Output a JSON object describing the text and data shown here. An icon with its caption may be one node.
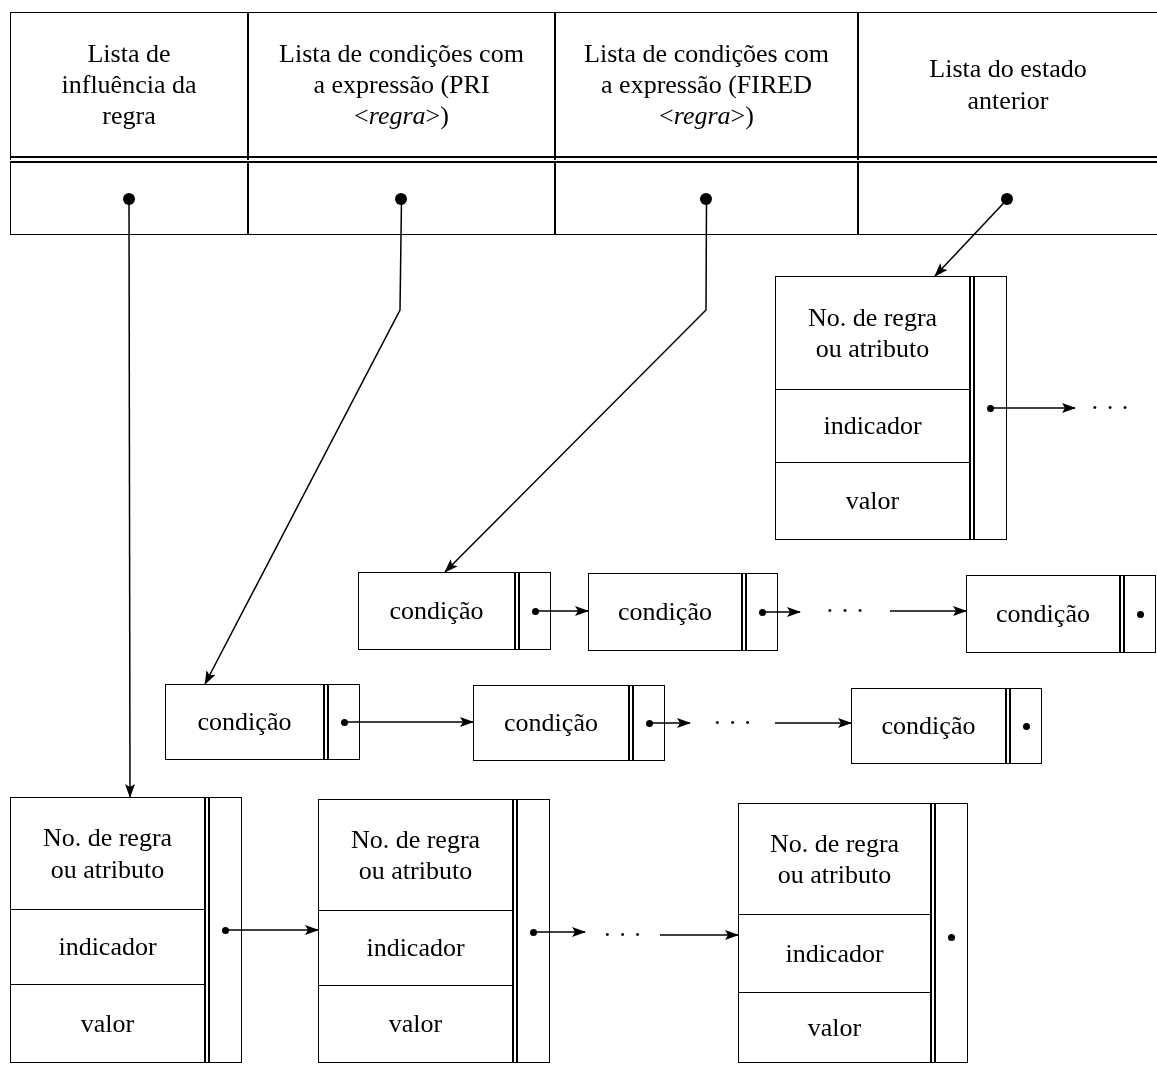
{
  "diagram": {
    "nodes": [
      {
        "text": [
          "Lista de influência da regra"
        ]
      },
      {
        "text": [
          "Lista de condições com a expressão (PRI <*regra*>)"
        ]
      },
      {
        "text": [
          "Lista de condições com a expressão (FIRED <*regra*>)"
        ]
      },
      {
        "text": [
          "Lista do estado anterior"
        ]
      },
      {
        "text": [],
        "shape": "box"
      },
      {
        "text": [],
        "shape": "box"
      },
      {
        "text": [],
        "shape": "box"
      },
      {
        "text": [],
        "shape": "box"
      },
      {
        "text": [
          "No. de regra ou atributo",
          "indicador",
          "valor"
        ]
      },
      {
        "text": [
          "· · ·"
        ]
      },
      {
        "text": [
          "condição"
        ]
      },
      {
        "text": [
          "condição"
        ]
      },
      {
        "text": [
          "· · ·"
        ]
      },
      {
        "text": [
          "condição"
        ]
      },
      {
        "text": [
          "condição"
        ]
      },
      {
        "text": [
          "condição"
        ]
      },
      {
        "text": [
          "· · ·"
        ]
      },
      {
        "text": [
          "condição"
        ]
      },
      {
        "text": [
          "No. de regra ou atributo",
          "indicador",
          "valor"
        ]
      },
      {
        "text": [
          "No. de regra ou atributo",
          "indicador",
          "valor"
        ]
      },
      {
        "text": [
          "· · ·"
        ]
      },
      {
        "text": [
          "No. de regra ou atributo",
          "indicador",
          "valor"
        ]
      }
    ],
    "edges": [
      {
        "from": 4,
        "to": 18,
        "arrow": "to"
      },
      {
        "from": 5,
        "to": 14,
        "arrow": "to"
      },
      {
        "from": 6,
        "to": 10,
        "arrow": "to"
      },
      {
        "from": 7,
        "to": 8,
        "arrow": "to"
      },
      {
        "from": 8,
        "to": 9,
        "arrow": "to"
      },
      {
        "from": 10,
        "to": 11,
        "arrow": "to"
      },
      {
        "from": 11,
        "to": 12,
        "arrow": "to"
      },
      {
        "from": 12,
        "to": 13,
        "arrow": "to"
      },
      {
        "from": 14,
        "to": 15,
        "arrow": "to"
      },
      {
        "from": 15,
        "to": 16,
        "arrow": "to"
      },
      {
        "from": 16,
        "to": 17,
        "arrow": "to"
      },
      {
        "from": 18,
        "to": 19,
        "arrow": "to"
      },
      {
        "from": 19,
        "to": 20,
        "arrow": "to"
      },
      {
        "from": 20,
        "to": 21,
        "arrow": "to"
      }
    ]
  }
}
